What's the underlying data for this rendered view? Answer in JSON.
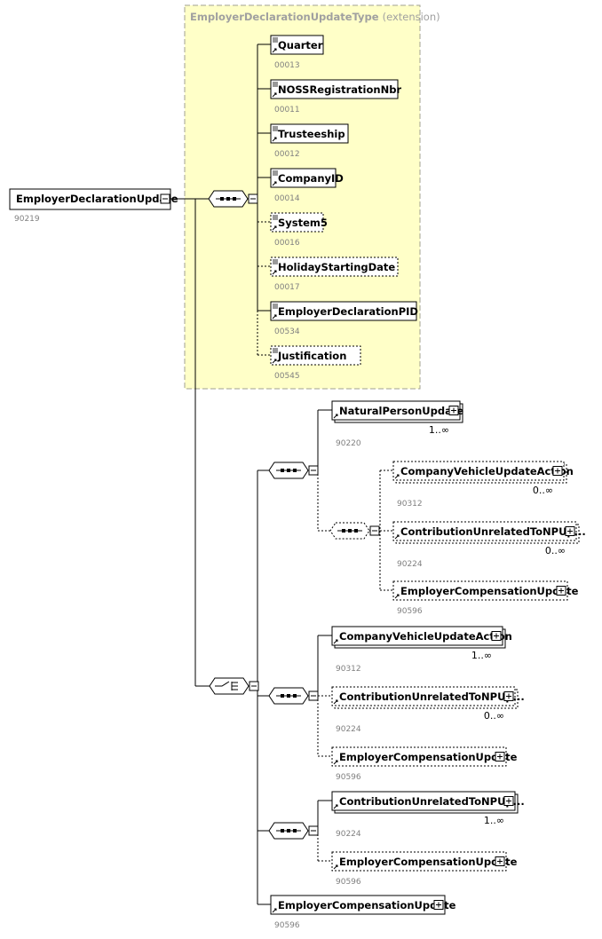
{
  "root": {
    "label": "EmployerDeclarationUpdate",
    "code": "90219"
  },
  "extension": {
    "type_name": "EmployerDeclarationUpdateType",
    "note": "(extension)"
  },
  "sequence1": [
    {
      "label": "Quarter",
      "code": "00013",
      "optional": false
    },
    {
      "label": "NOSSRegistrationNbr",
      "code": "00011",
      "optional": false
    },
    {
      "label": "Trusteeship",
      "code": "00012",
      "optional": false
    },
    {
      "label": "CompanyID",
      "code": "00014",
      "optional": false
    },
    {
      "label": "System5",
      "code": "00016",
      "optional": true
    },
    {
      "label": "HolidayStartingDate",
      "code": "00017",
      "optional": true
    },
    {
      "label": "EmployerDeclarationPID",
      "code": "00534",
      "optional": false
    },
    {
      "label": "Justification",
      "code": "00545",
      "optional": true
    }
  ],
  "branchA": {
    "natural": {
      "label": "NaturalPersonUpdate",
      "code": "90220",
      "card": "1..∞"
    },
    "inner": [
      {
        "label": "CompanyVehicleUpdateAction",
        "code": "90312",
        "card": "0..∞"
      },
      {
        "label": "ContributionUnrelatedToNPUp...",
        "code": "90224",
        "card": "0..∞"
      },
      {
        "label": "EmployerCompensationUpdate",
        "code": "90596",
        "card": ""
      }
    ]
  },
  "branchB": [
    {
      "label": "CompanyVehicleUpdateAction",
      "code": "90312",
      "card": "1..∞"
    },
    {
      "label": "ContributionUnrelatedToNPUp...",
      "code": "90224",
      "card": "0..∞"
    },
    {
      "label": "EmployerCompensationUpdate",
      "code": "90596",
      "card": ""
    }
  ],
  "branchC": [
    {
      "label": "ContributionUnrelatedToNPUp...",
      "code": "90224",
      "card": "1..∞"
    },
    {
      "label": "EmployerCompensationUpdate",
      "code": "90596",
      "card": ""
    }
  ],
  "branchD": {
    "label": "EmployerCompensationUpdate",
    "code": "90596"
  },
  "colors": {
    "extension_fill": "#ffffc8",
    "extension_border": "#a0a090",
    "line": "#000000",
    "code_text": "#808080"
  }
}
